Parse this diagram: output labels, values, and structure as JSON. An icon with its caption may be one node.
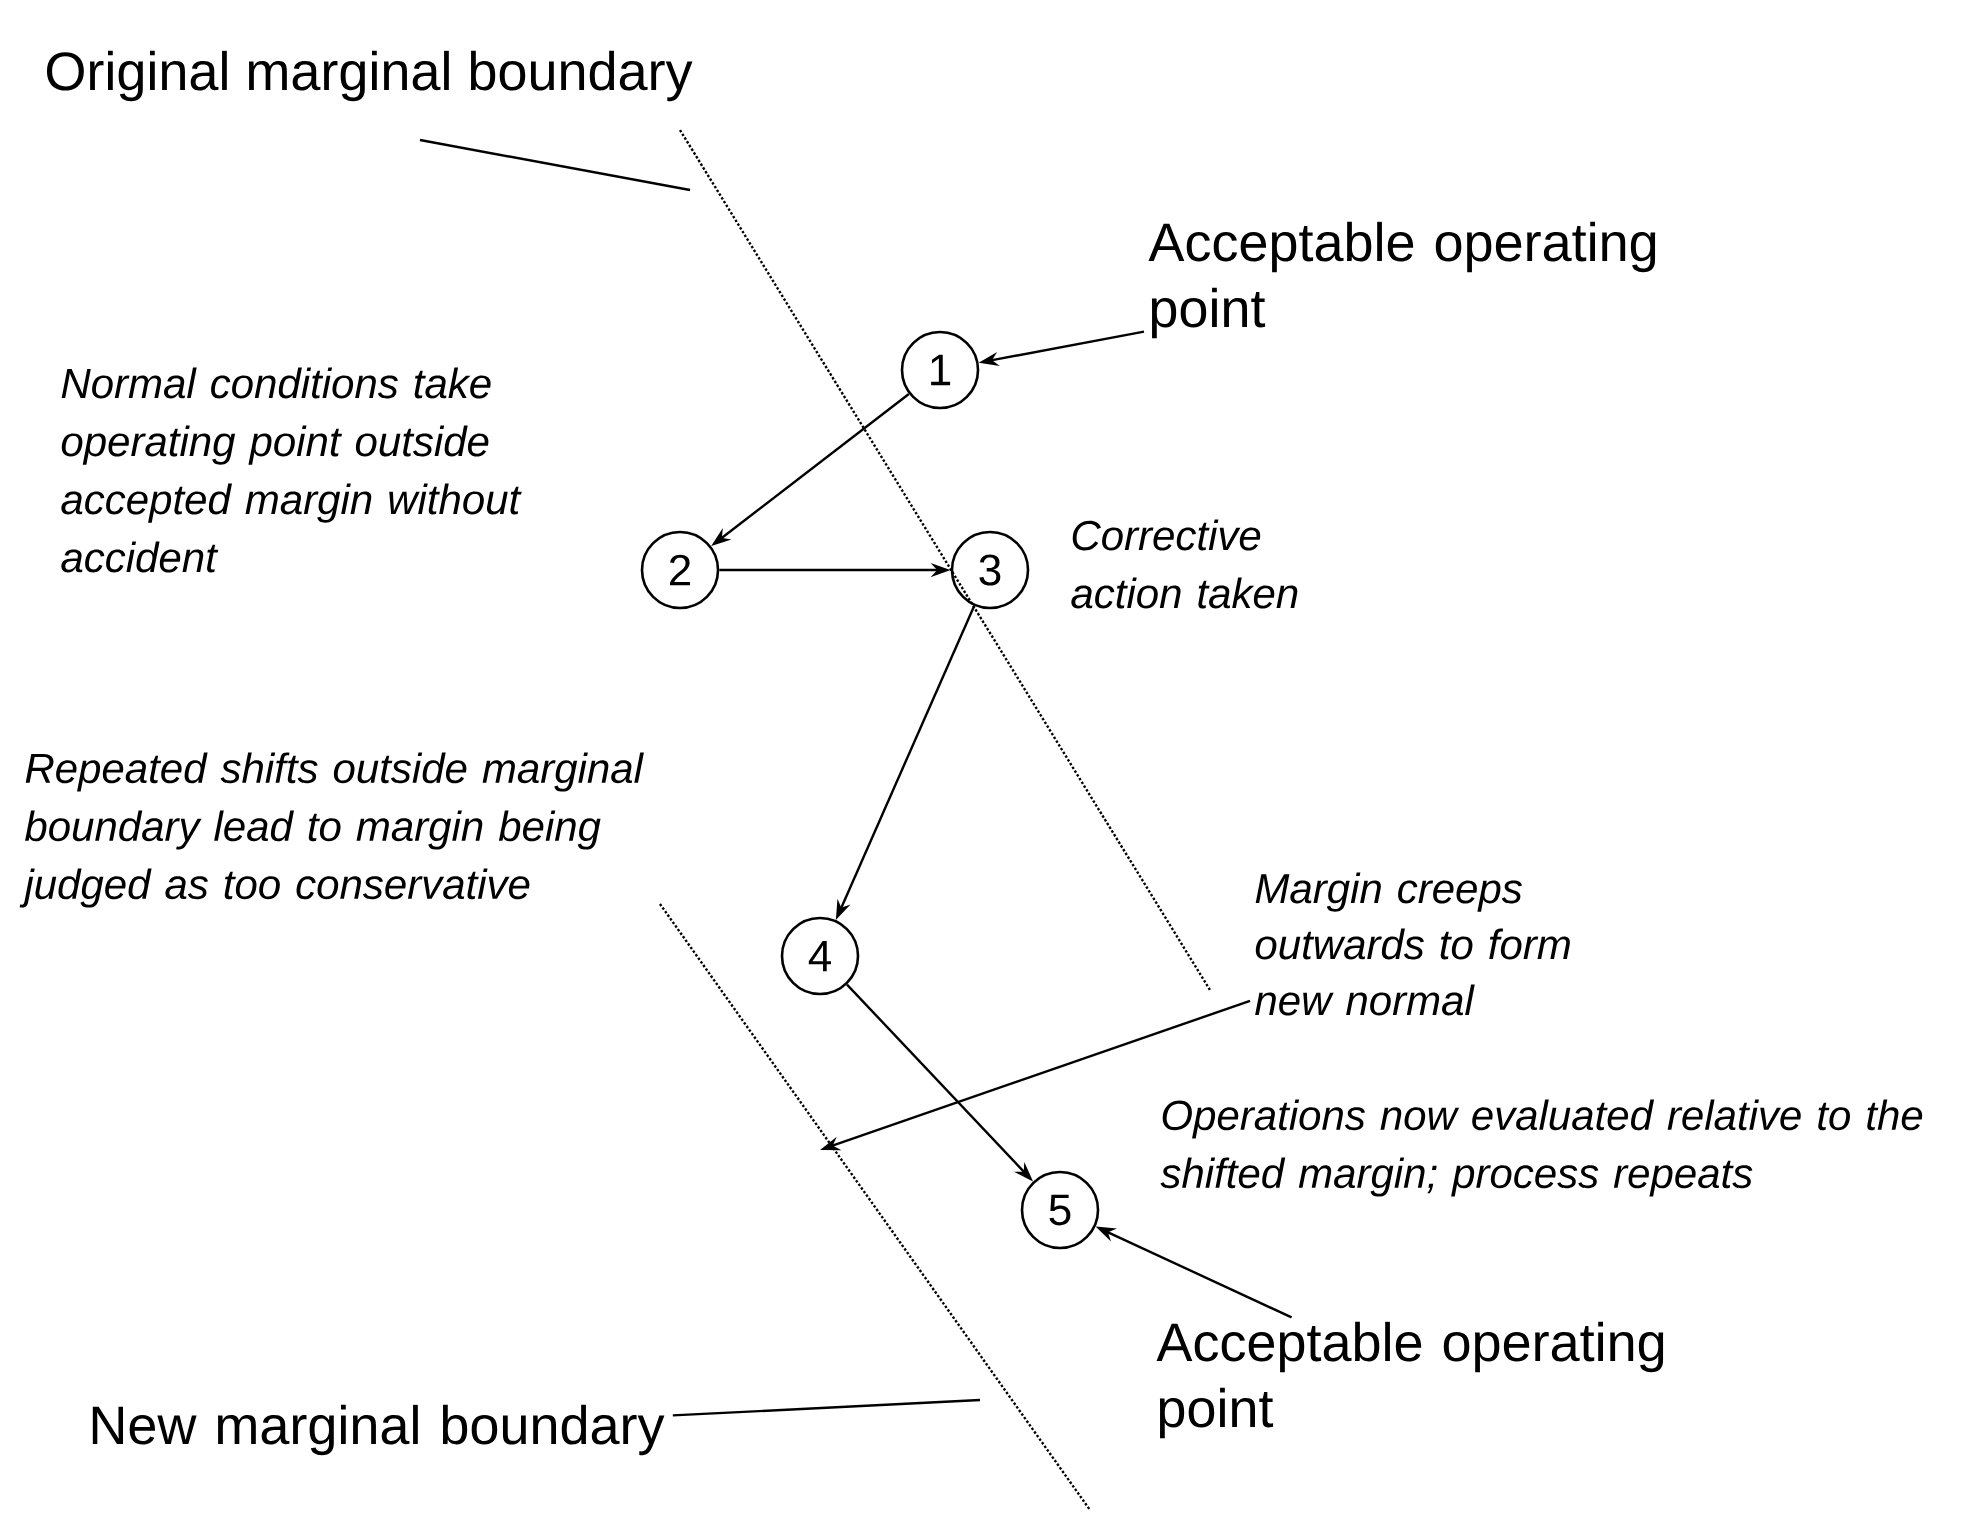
{
  "diagram": {
    "nodes": [
      {
        "text": [
          "Original marginal boundary"
        ]
      },
      {
        "text": [
          "1"
        ]
      },
      {
        "text": [
          "2"
        ]
      },
      {
        "text": [
          "3"
        ]
      },
      {
        "text": [
          "4"
        ]
      },
      {
        "text": [
          "5"
        ]
      },
      {
        "text": [
          "Acceptable operating point"
        ]
      },
      {
        "text": [
          "Acceptable operating point"
        ]
      },
      {
        "text": [
          "Margin creeps outwards to form new normal"
        ]
      },
      {
        "text": [
          "New marginal boundary"
        ]
      }
    ],
    "edges": [
      {
        "from": 0,
        "to": null,
        "arrow": "none"
      },
      {
        "from": 6,
        "to": 1,
        "arrow": "to"
      },
      {
        "from": 1,
        "to": 2,
        "arrow": "to"
      },
      {
        "from": 2,
        "to": 3,
        "arrow": "to"
      },
      {
        "from": 3,
        "to": 4,
        "arrow": "to"
      },
      {
        "from": 4,
        "to": 5,
        "arrow": "to"
      },
      {
        "from": 7,
        "to": 5,
        "arrow": "to"
      },
      {
        "from": 8,
        "to": null,
        "arrow": "to"
      },
      {
        "from": 9,
        "to": null,
        "arrow": "none"
      }
    ],
    "labels": [
      "Normal conditions take operating point outside accepted margin without accident",
      "Corrective action taken",
      "Repeated shifts outside marginal boundary lead to margin being judged as too conservative",
      "Operations now evaluated relative to the shifted margin; process repeats"
    ]
  }
}
